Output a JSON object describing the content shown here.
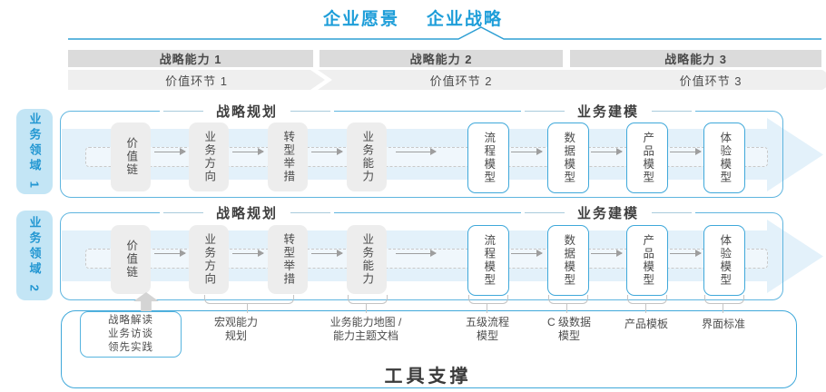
{
  "title": {
    "vision": "企业愿景",
    "strategy": "企业战略"
  },
  "strategic_capabilities": [
    "战略能力 1",
    "战略能力 2",
    "战略能力 3"
  ],
  "value_links": [
    "价值环节 1",
    "价值环节 2",
    "价值环节 3"
  ],
  "business_domains": [
    "业务领域 1",
    "业务领域 2"
  ],
  "row_sections": {
    "planning": "战略规划",
    "modeling": "业务建模"
  },
  "planning_boxes": [
    "价值链",
    "业务方向",
    "转型举措",
    "业务能力"
  ],
  "modeling_boxes": [
    "流程模型",
    "数据模型",
    "产品模型",
    "体验模型"
  ],
  "tool_support": {
    "title": "工具支撑",
    "callout_lines": [
      "战略解读",
      "业务访谈",
      "领先实践"
    ],
    "labels": [
      {
        "lines": [
          "宏观能力",
          "规划"
        ]
      },
      {
        "lines": [
          "业务能力地图 /",
          "能力主题文档"
        ]
      },
      {
        "lines": [
          "五级流程",
          "模型"
        ]
      },
      {
        "lines": [
          "C 级数据",
          "模型"
        ]
      },
      {
        "lines": [
          "产品模板"
        ]
      },
      {
        "lines": [
          "界面标准"
        ]
      }
    ]
  },
  "colors": {
    "accent_blue": "#1e9ed9",
    "domain_label_fill": "#c3e5f5",
    "band_fill": "#e3f1fa",
    "container_border": "#3fa8da",
    "gray_box_fill": "#ededed",
    "capability_bar_fill": "#dbdbdb",
    "value_band_fill": "#efefef",
    "text_dark": "#3f3f3f"
  }
}
